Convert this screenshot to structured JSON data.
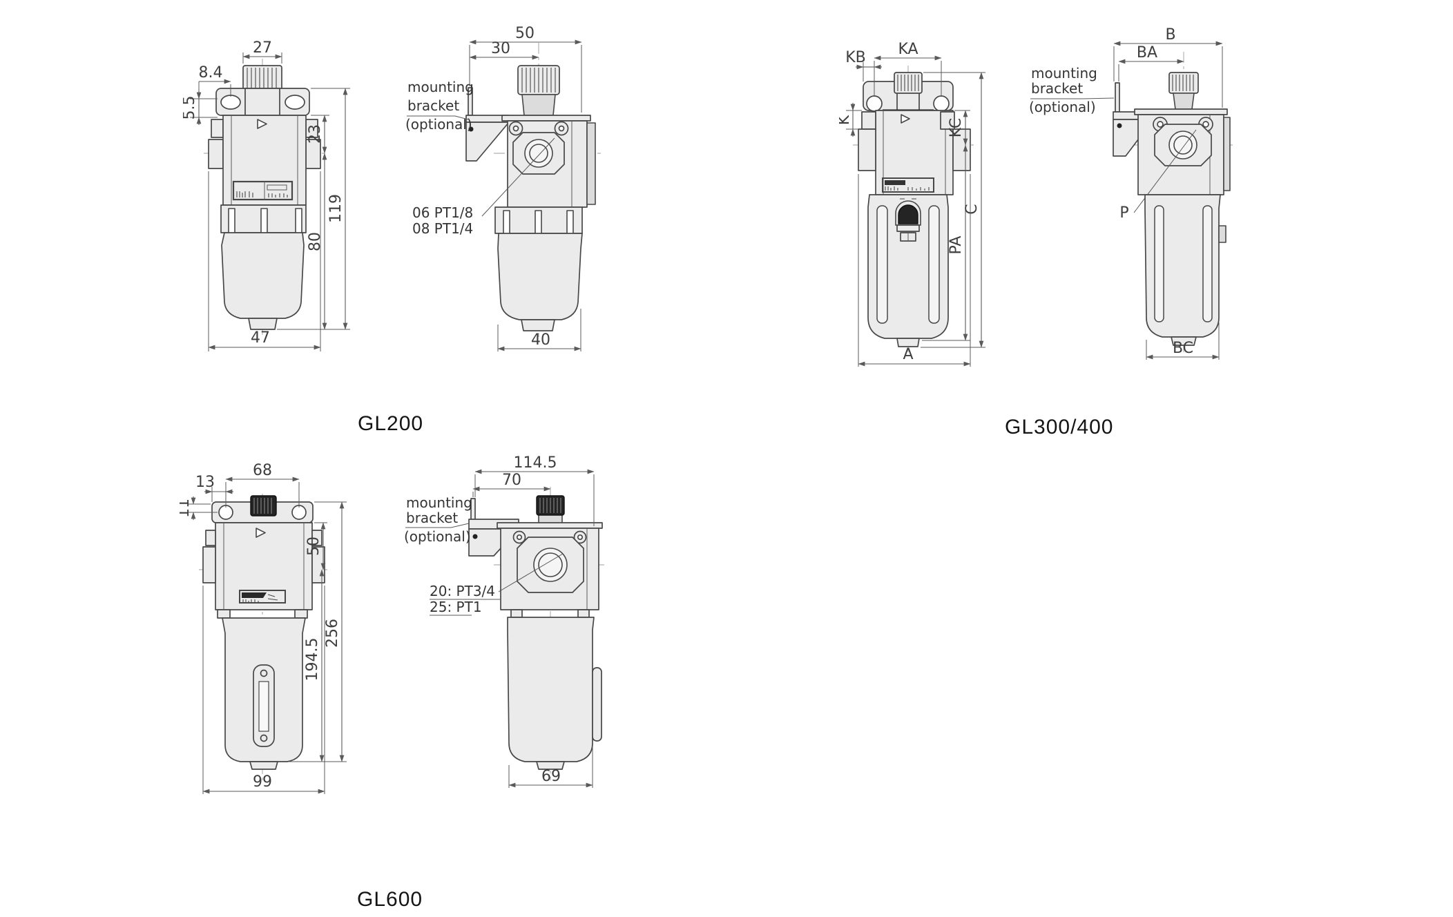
{
  "page": {
    "background": "#ffffff",
    "line_color": "#474747",
    "fill_color": "#ebebeb"
  },
  "models": {
    "gl200": {
      "label": "GL200",
      "front": {
        "top_width": "27",
        "top_offset": "8.4",
        "left_height": "5.5",
        "right_upper": "23",
        "right_mid": "80",
        "right_total": "119",
        "bottom_width": "47"
      },
      "side": {
        "total_width": "50",
        "inner_width": "30",
        "bottom_width": "40",
        "note": {
          "line1": "mounting",
          "line2": "bracket",
          "line3": "(optional)"
        },
        "ports": {
          "line1": "06  PT1/8",
          "line2": "08  PT1/4"
        }
      }
    },
    "gl300400": {
      "label": "GL300/400",
      "front": {
        "top_width": "KA",
        "top_offset": "KB",
        "left_height": "K",
        "right_upper": "KC",
        "right_mid": "PA",
        "right_total": "C",
        "bottom_width": "A"
      },
      "side": {
        "total_width": "B",
        "inner_width": "BA",
        "bottom_width": "BC",
        "note": {
          "line1": "mounting",
          "line2": "bracket",
          "line3": "(optional)"
        },
        "ports": {
          "line1": "P"
        }
      }
    },
    "gl600": {
      "label": "GL600",
      "front": {
        "top_width": "68",
        "top_offset": "13",
        "left_height": "11",
        "right_upper": "50",
        "right_mid": "194.5",
        "right_total": "256",
        "bottom_width": "99"
      },
      "side": {
        "total_width": "114.5",
        "inner_width": "70",
        "bottom_width": "69",
        "note": {
          "line1": "mounting",
          "line2": "bracket",
          "line3": "(optional)"
        },
        "ports": {
          "line1": "20: PT3/4",
          "line2": "25: PT1"
        }
      }
    }
  }
}
